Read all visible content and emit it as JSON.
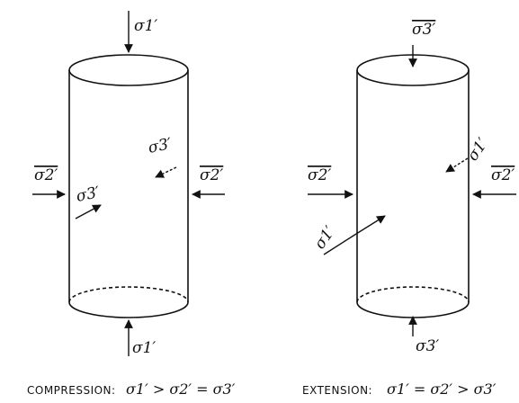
{
  "panels": [
    {
      "caption_word": "COMPRESSION:",
      "caption_relation": "σ1′ > σ2′ = σ3′",
      "labels": {
        "top": "σ1′",
        "bottom": "σ1′",
        "left": "σ2′",
        "right": "σ2′",
        "front_intermediate": "σ3′",
        "back_intermediate": "σ3′"
      }
    },
    {
      "caption_word": "EXTENSION:",
      "caption_relation": "σ1′ = σ2′ > σ3′",
      "labels": {
        "top": "σ3′",
        "bottom": "σ3′",
        "left": "σ2′",
        "right": "σ2′",
        "front_intermediate": "σ1′",
        "back_intermediate": "σ1′"
      }
    }
  ]
}
